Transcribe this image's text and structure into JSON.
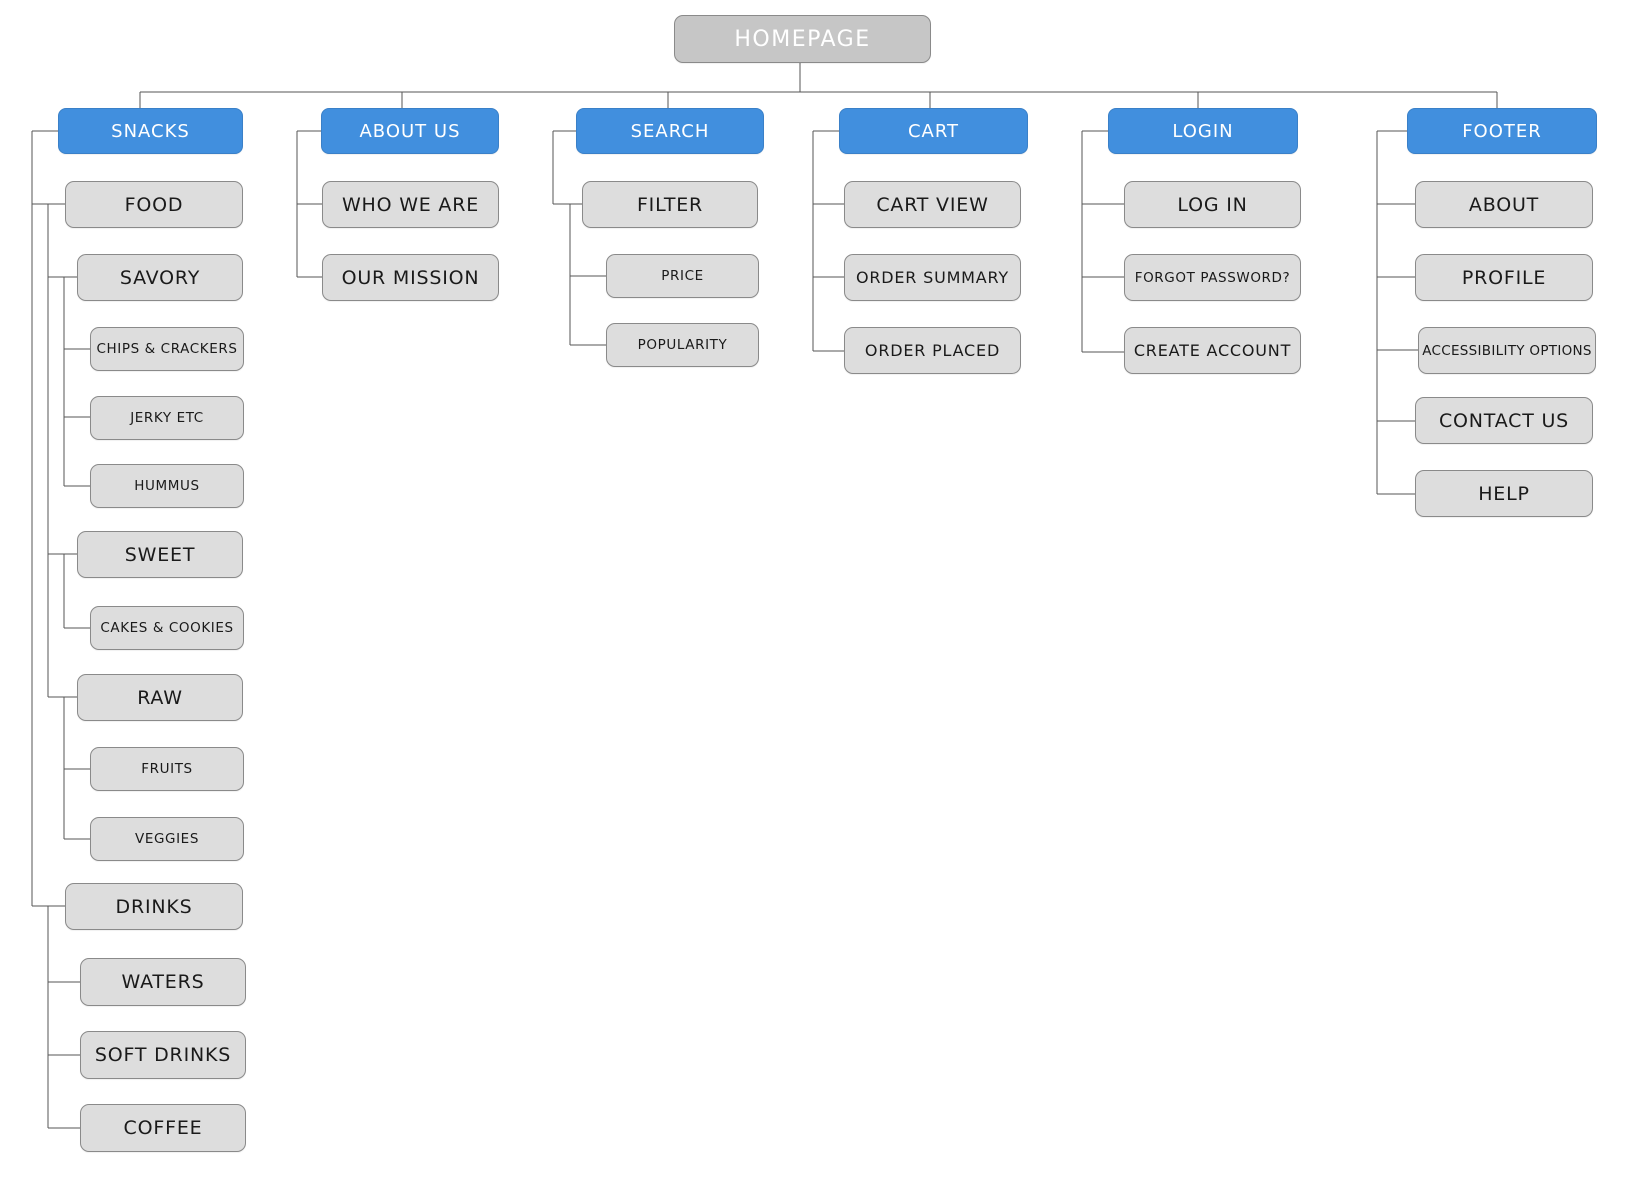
{
  "root": "HOMEPAGE",
  "snacks": {
    "label": "SNACKS",
    "food": {
      "label": "FOOD",
      "savory": {
        "label": "SAVORY",
        "items": [
          "CHIPS & CRACKERS",
          "JERKY ETC",
          "HUMMUS"
        ]
      },
      "sweet": {
        "label": "SWEET",
        "items": [
          "CAKES & COOKIES"
        ]
      },
      "raw": {
        "label": "RAW",
        "items": [
          "FRUITS",
          "VEGGIES"
        ]
      }
    },
    "drinks": {
      "label": "DRINKS",
      "items": [
        "WATERS",
        "SOFT DRINKS",
        "COFFEE"
      ]
    }
  },
  "about_us": {
    "label": "ABOUT US",
    "items": [
      "WHO WE ARE",
      "OUR MISSION"
    ]
  },
  "search": {
    "label": "SEARCH",
    "filter": {
      "label": "FILTER",
      "items": [
        "PRICE",
        "POPULARITY"
      ]
    }
  },
  "cart": {
    "label": "CART",
    "items": [
      "CART VIEW",
      "ORDER SUMMARY",
      "ORDER PLACED"
    ]
  },
  "login": {
    "label": "LOGIN",
    "items": [
      "LOG IN",
      "FORGOT PASSWORD?",
      "CREATE ACCOUNT"
    ]
  },
  "footer": {
    "label": "FOOTER",
    "items": [
      "ABOUT",
      "PROFILE",
      "ACCESSIBILITY OPTIONS",
      "CONTACT US",
      "HELP"
    ]
  }
}
